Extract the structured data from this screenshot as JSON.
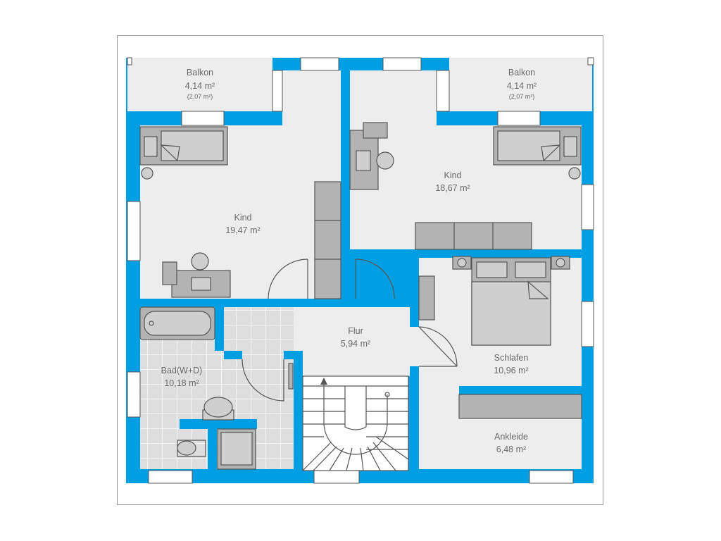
{
  "colors": {
    "wall": "#009fe3",
    "floor": "#ededed",
    "furniture": "#b3b3b3",
    "tile": "#dedede"
  },
  "rooms": {
    "balkon_left": {
      "name": "Balkon",
      "area": "4,14 m²",
      "area_sub": "(2,07 m²)"
    },
    "balkon_right": {
      "name": "Balkon",
      "area": "4,14 m²",
      "area_sub": "(2,07 m²)"
    },
    "kind_left": {
      "name": "Kind",
      "area": "19,47 m²"
    },
    "kind_right": {
      "name": "Kind",
      "area": "18,67 m²"
    },
    "flur": {
      "name": "Flur",
      "area": "5,94 m²"
    },
    "bad": {
      "name": "Bad(W+D)",
      "area": "10,18 m²"
    },
    "schlafen": {
      "name": "Schlafen",
      "area": "10,96 m²"
    },
    "ankleide": {
      "name": "Ankleide",
      "area": "6,48 m²"
    }
  }
}
